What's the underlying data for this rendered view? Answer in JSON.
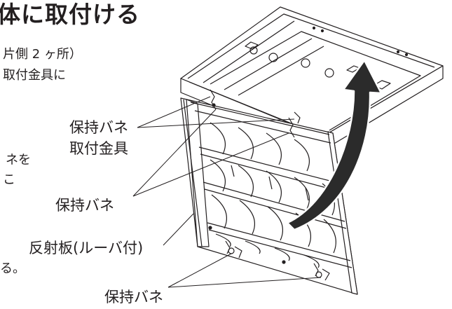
{
  "heading": "体に取付ける",
  "left_text": {
    "line1": "片側 2 ヶ所）",
    "line2": "取付金具に",
    "line3": "ネを",
    "line4": "こ",
    "line5": "る。"
  },
  "callouts": {
    "spring_top": "保持バネ",
    "bracket": "取付金具",
    "spring_middle": "保持バネ",
    "reflector": "反射板(ルーバ付)",
    "spring_bottom": "保持バネ"
  },
  "colors": {
    "ink": "#231f20",
    "arrow": "#2b2b2b"
  }
}
